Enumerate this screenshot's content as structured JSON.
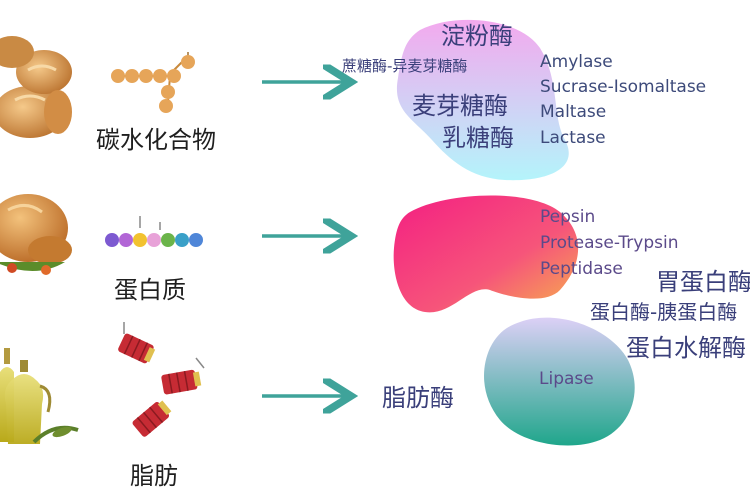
{
  "rows": [
    {
      "id": "carbohydrate",
      "label": "碳水化合物",
      "enzymes_cn": [
        "淀粉酶",
        "蔗糖酶-异麦芽糖酶",
        "麦芽糖酶",
        "乳糖酶"
      ],
      "enzymes_en": [
        "Amylase",
        "Sucrase-Isomaltase",
        "Maltase",
        "Lactase"
      ]
    },
    {
      "id": "protein",
      "label": "蛋白质",
      "enzymes_cn": [
        "胃蛋白酶",
        "蛋白酶-胰蛋白酶",
        "蛋白水解酶"
      ],
      "enzymes_en": [
        "Pepsin",
        "Protease-Trypsin",
        "Peptidase"
      ]
    },
    {
      "id": "fat",
      "label": "脂肪",
      "enzymes_cn": [
        "脂肪酶"
      ],
      "enzymes_en": [
        "Lipase"
      ]
    }
  ],
  "colors": {
    "arrow": "#3fa39a",
    "carb_blob_start": "#f1b3ef",
    "carb_blob_end": "#b9f3fb",
    "protein_blob_start": "#f5247b",
    "protein_blob_end": "#f6a24a",
    "fat_blob_start": "#c8c8f4",
    "fat_blob_end": "#27a58e"
  },
  "icons": {
    "carbohydrate_food": "bread-icon",
    "protein_food": "roast-chicken-icon",
    "fat_food": "olive-oil-bottle-icon",
    "carbohydrate_molecule": "glucose-chain-icon",
    "protein_molecule": "amino-acid-chain-icon",
    "fat_molecule": "fatty-acid-cylinders-icon"
  }
}
